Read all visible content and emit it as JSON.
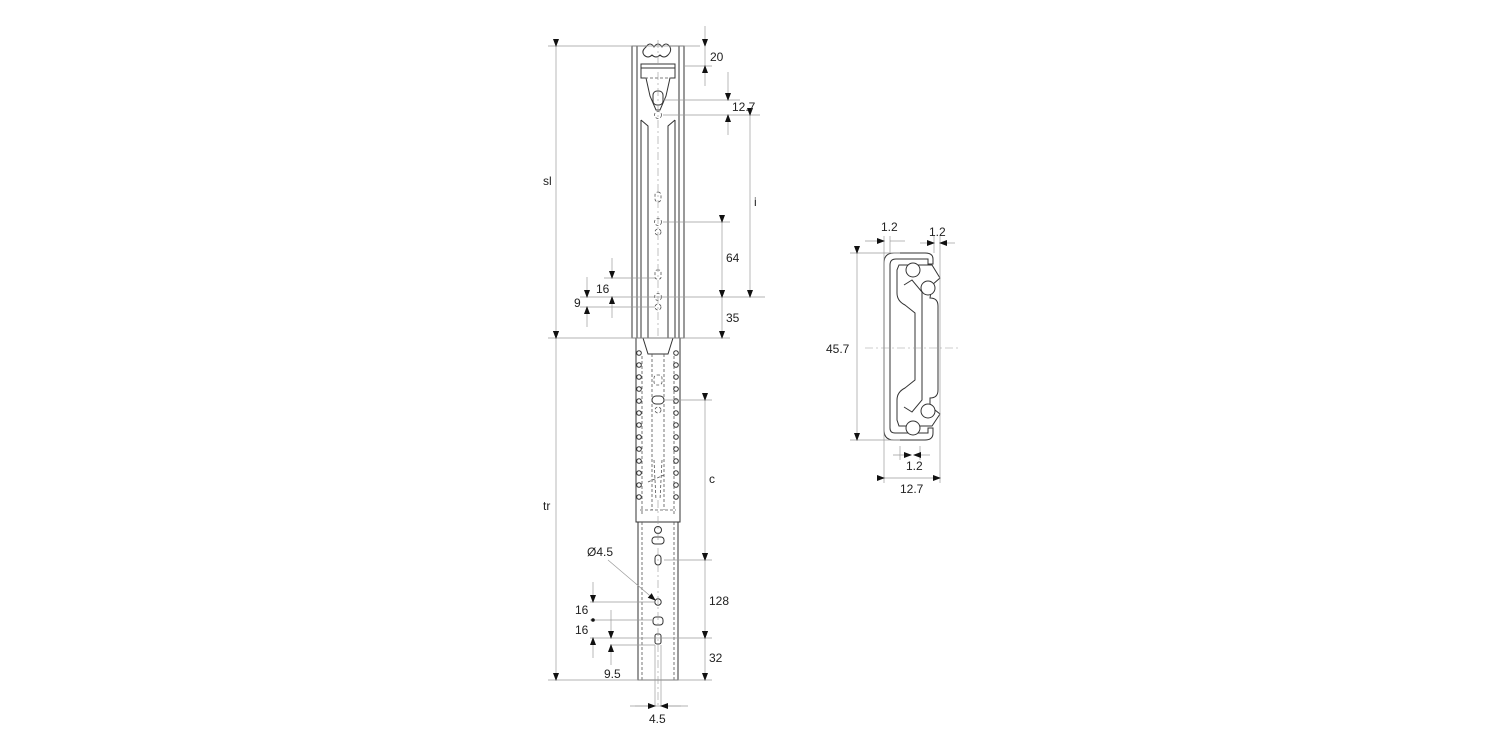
{
  "drawing": {
    "title": "Drawer slide dimension drawing",
    "views": [
      "side-view",
      "cross-section"
    ]
  },
  "side_view": {
    "dimensions": {
      "sl": "sl",
      "tr": "tr",
      "top_offset": "20",
      "hole_pitch_top": "12.7",
      "i": "i",
      "pitch_64": "64",
      "pitch_16_upper": "16",
      "offset_9": "9",
      "offset_35": "35",
      "c": "c",
      "hole_dia": "Ø4.5",
      "pitch_128": "128",
      "pitch_16_a": "16",
      "pitch_16_b": "16",
      "offset_32": "32",
      "offset_9_5": "9.5",
      "slot_width": "4.5"
    }
  },
  "cross_section": {
    "dimensions": {
      "wall_left": "1.2",
      "wall_right": "1.2",
      "height": "45.7",
      "inner_gap": "1.2",
      "width": "12.7"
    }
  },
  "colors": {
    "line": "#333333",
    "dim_line": "#9a9a9a",
    "text": "#222222",
    "background": "#ffffff"
  }
}
